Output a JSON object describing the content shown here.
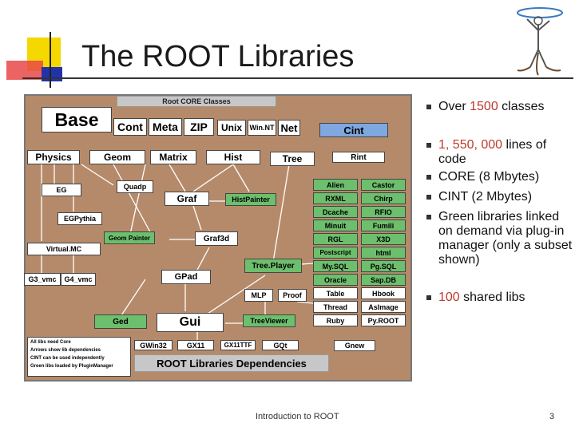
{
  "slide": {
    "title": "The ROOT Libraries",
    "footer": "Introduction to ROOT",
    "page_number": "3"
  },
  "diagram": {
    "core_header": "Root CORE Classes",
    "base": "Base",
    "core_modules": [
      "Cont",
      "Meta",
      "ZIP",
      "Unix",
      "Win.NT",
      "Net"
    ],
    "cint": "Cint",
    "main_row": [
      "Physics",
      "Geom",
      "Matrix",
      "Hist",
      "Tree",
      "Rint"
    ],
    "eg": "EG",
    "quadp": "Quadp",
    "graf": "Graf",
    "histpainter": "HistPainter",
    "egpythia": "EGPythia",
    "geompainter": "Geom Painter",
    "graf3d": "Graf3d",
    "virtualmc": "Virtual.MC",
    "g3vmc": "G3_vmc",
    "g4vmc": "G4_vmc",
    "treeplayer": "Tree.Player",
    "gpad": "GPad",
    "mlp": "MLP",
    "proof": "Proof",
    "ged": "Ged",
    "gui": "Gui",
    "treeviewer": "TreeViewer",
    "lib_col1": [
      "Alien",
      "RXML",
      "Dcache",
      "Minuit",
      "RGL",
      "Postscript",
      "My.SQL",
      "Oracle",
      "Table",
      "Thread",
      "Ruby"
    ],
    "lib_col2": [
      "Castor",
      "Chirp",
      "RFIO",
      "Fumili",
      "X3D",
      "html",
      "Pg.SQL",
      "Sap.DB",
      "Hbook",
      "AsImage",
      "Py.ROOT"
    ],
    "gui_backends": [
      "GWin32",
      "GX11",
      "GX11TTF",
      "GQt"
    ],
    "gnew": "Gnew",
    "legend_notes": [
      "All libs need Core",
      "Arrows show lib dependencies",
      "CINT can be used independently",
      "Green libs loaded by PluginManager"
    ],
    "dependencies_title": "ROOT Libraries Dependencies"
  },
  "bullets": [
    {
      "pre": "Over ",
      "hl": "1500",
      "post": " classes"
    },
    {
      "pre": "",
      "hl": "1, 550, 000",
      "post": " lines of code"
    },
    {
      "pre": "",
      "hl": "",
      "post": "CORE (8 Mbytes)"
    },
    {
      "pre": "",
      "hl": "",
      "post": "CINT (2 Mbytes)"
    },
    {
      "pre": "",
      "hl": "",
      "post": "Green libraries linked on demand via plug-in manager (only a subset shown)"
    },
    {
      "pre": "",
      "hl": "100",
      "post": " shared libs"
    }
  ],
  "colors": {
    "accent_red": "#c0392b",
    "core_background": "#b58a6a",
    "plugin_green": "#6cbf6c",
    "cint_blue": "#7fa7e0",
    "deco_yellow": "#f5d800",
    "deco_red": "#e84848",
    "deco_blue": "#2233aa"
  },
  "icons": {
    "logo": "root-tree-figure-icon",
    "bullet": "square-bullet-icon"
  }
}
